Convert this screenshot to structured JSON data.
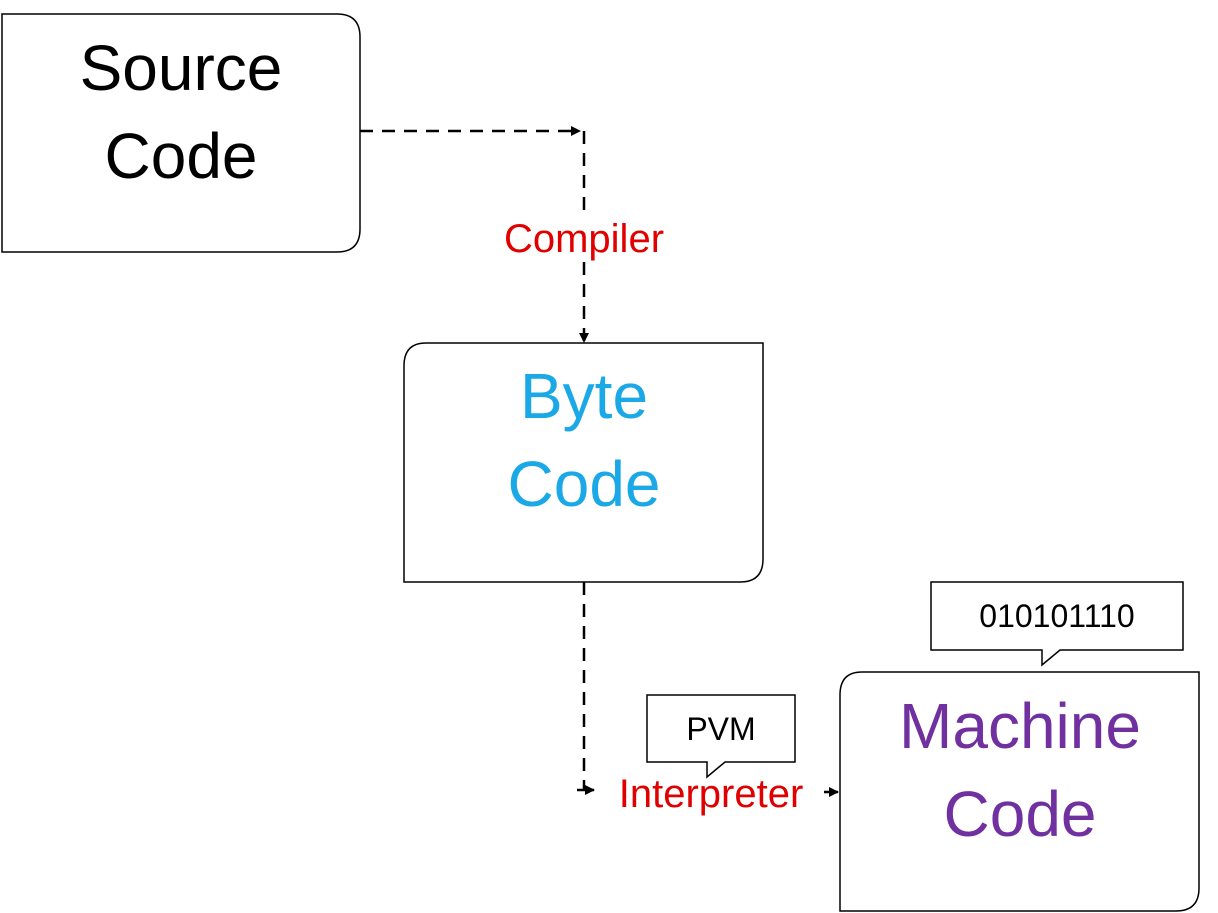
{
  "source_box": {
    "line1": "Source",
    "line2": "Code"
  },
  "compiler_label": "Compiler",
  "bytecode_box": {
    "line1": "Byte",
    "line2": "Code"
  },
  "pvm_callout": "PVM",
  "interpreter_label": "Interpreter",
  "binary_callout": "010101110",
  "machine_box": {
    "line1": "Machine",
    "line2": "Code"
  },
  "colors": {
    "source_text": "#000000",
    "compiler_text": "#e00000",
    "bytecode_text": "#1aa9e6",
    "interpreter_text": "#e00000",
    "machine_text": "#7030a0",
    "callout_text": "#000000",
    "stroke": "#000000"
  }
}
